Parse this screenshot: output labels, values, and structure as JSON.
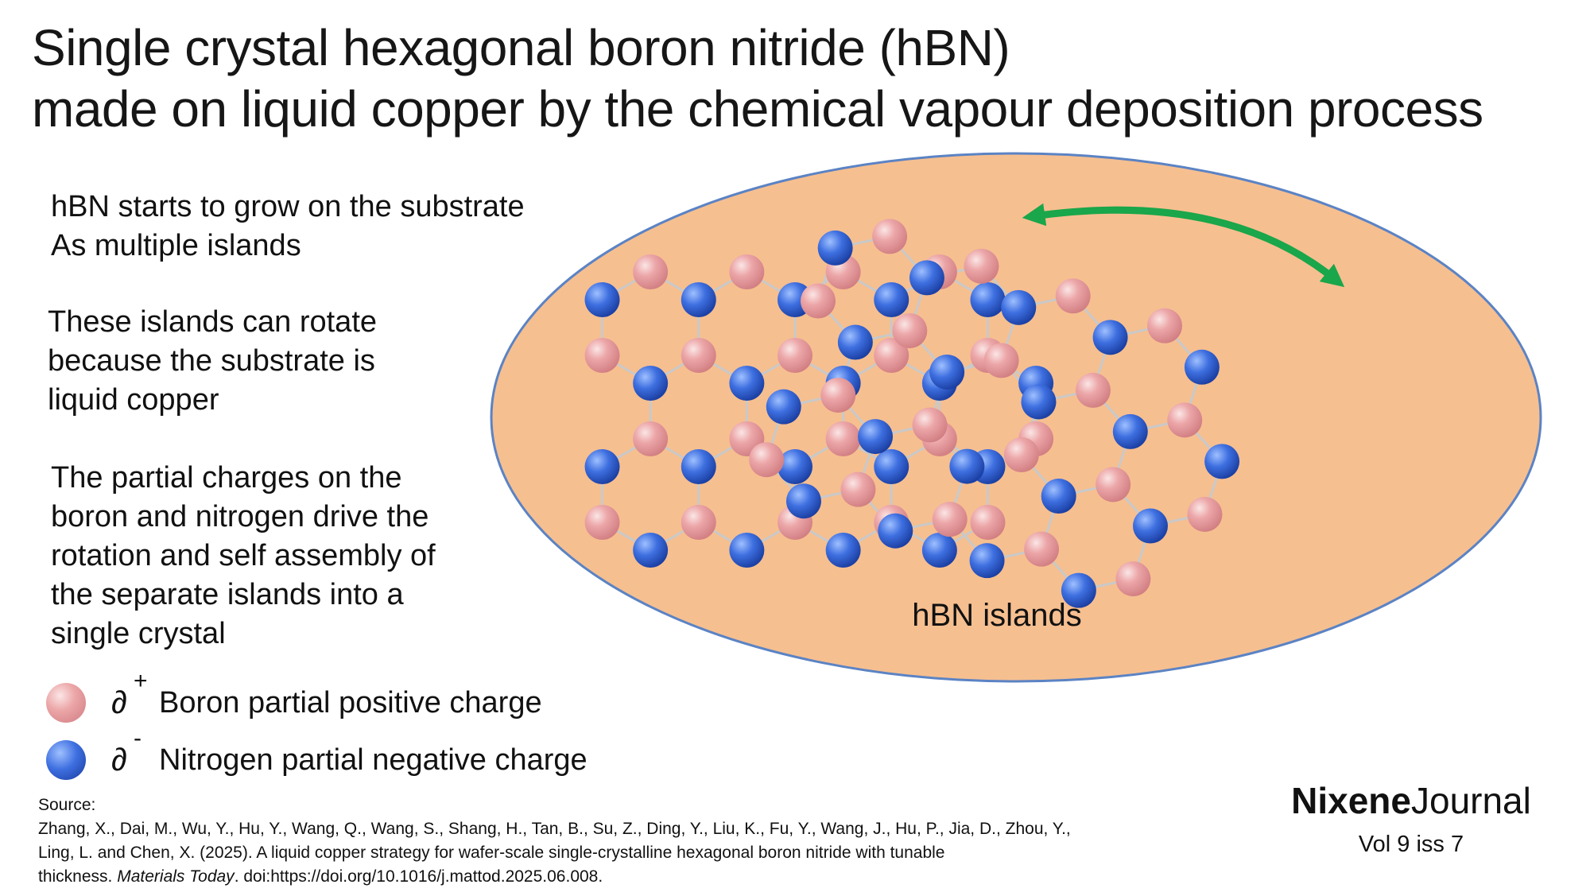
{
  "title": {
    "line1": "Single crystal hexagonal boron nitride (hBN)",
    "line2": "made on liquid copper by the chemical vapour deposition process"
  },
  "paragraphs": {
    "p1": [
      "hBN starts to grow on the substrate",
      "As multiple islands"
    ],
    "p2": [
      "These islands can rotate",
      "because the substrate is",
      "liquid copper"
    ],
    "p3": [
      "The partial charges on the",
      "boron and nitrogen drive the",
      "rotation and self assembly of",
      "the separate islands into a",
      "single crystal"
    ]
  },
  "diagram": {
    "label": "hBN islands",
    "colors": {
      "substrate_fill": "#f6bf90",
      "substrate_stroke": "#5b83c4",
      "arrow": "#1aa64a",
      "bond": "#c9c9c9",
      "boron": "#eca6a8",
      "nitrogen": "#3e6fe0"
    },
    "icons": [
      "rotation-arrow-icon"
    ]
  },
  "legend": {
    "boron": {
      "symbol": "∂",
      "sign": "+",
      "text": "Boron partial positive charge"
    },
    "nitrogen": {
      "symbol": "∂",
      "sign": "-",
      "text": "Nitrogen partial negative charge"
    }
  },
  "source": {
    "heading": "Source:",
    "line1": "Zhang, X., Dai, M., Wu, Y., Hu, Y., Wang, Q., Wang, S., Shang, H., Tan, B., Su, Z., Ding, Y., Liu, K., Fu, Y., Wang, J., Hu, P., Jia, D., Zhou, Y.,",
    "line2": "Ling, L. and Chen, X. (2025). A liquid copper strategy for wafer-scale single-crystalline hexagonal boron nitride with tunable",
    "line3_start": "thickness. ",
    "journal": "Materials Today",
    "line3_end": ". doi:https://doi.org/10.1016/j.mattod.2025.06.008."
  },
  "brand": {
    "name_bold": "Nixene",
    "name_light": "Journal",
    "vol": "Vol 9  iss 7"
  }
}
